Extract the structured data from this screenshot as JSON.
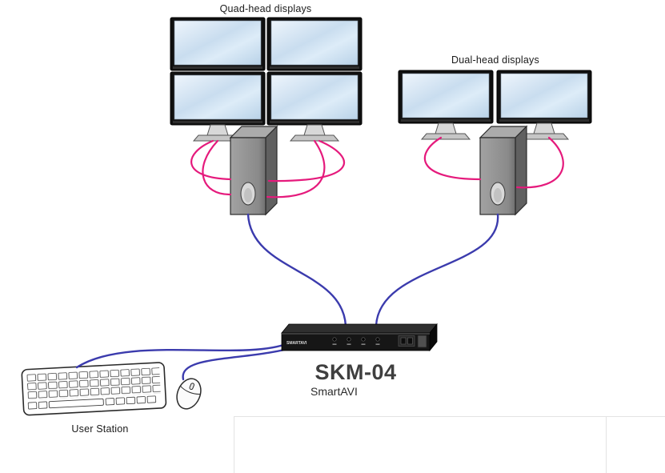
{
  "diagram": {
    "labels": {
      "quad_displays": "Quad-head displays",
      "dual_displays": "Dual-head displays",
      "device_model": "SKM-04",
      "device_brand": "SmartAVI",
      "user_station": "User Station"
    },
    "switch_panel": {
      "logo": "SMARTAVI"
    },
    "colors": {
      "video_cable_pink": "#e51a7c",
      "kvm_cable_blue": "#3b3bad"
    }
  }
}
